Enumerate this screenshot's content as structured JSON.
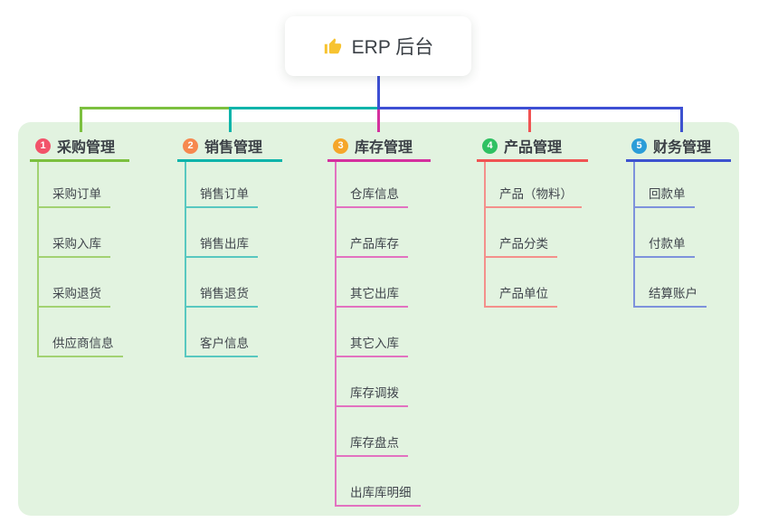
{
  "root": {
    "label": "ERP 后台",
    "icon": "thumbs-up-icon"
  },
  "colors": {
    "canvas_bg": "#ffffff",
    "panel_bg": "#e2f3e0",
    "card_bg": "#ffffff",
    "connector_blue": "#3d4fd4",
    "title_text": "#3b4046",
    "child_text": "#40454c",
    "icon_gold": "#f7c331"
  },
  "branches": [
    {
      "num": "1",
      "label": "采购管理",
      "badge_color": "#f2536a",
      "line_color": "#7cc03f",
      "line_light": "#a2d272",
      "children": [
        "采购订单",
        "采购入库",
        "采购退货",
        "供应商信息"
      ]
    },
    {
      "num": "2",
      "label": "销售管理",
      "badge_color": "#f6884f",
      "line_color": "#0db4aa",
      "line_light": "#58c8c0",
      "children": [
        "销售订单",
        "销售出库",
        "销售退货",
        "客户信息"
      ]
    },
    {
      "num": "3",
      "label": "库存管理",
      "badge_color": "#f5a62a",
      "line_color": "#d4309e",
      "line_light": "#e272c0",
      "children": [
        "仓库信息",
        "产品库存",
        "其它出库",
        "其它入库",
        "库存调拨",
        "库存盘点",
        "出库库明细"
      ]
    },
    {
      "num": "4",
      "label": "产品管理",
      "badge_color": "#2fc162",
      "line_color": "#f05353",
      "line_light": "#f4908b",
      "children": [
        "产品（物料）",
        "产品分类",
        "产品单位"
      ]
    },
    {
      "num": "5",
      "label": "财务管理",
      "badge_color": "#2b9dd8",
      "line_color": "#3d52cf",
      "line_light": "#7e92dc",
      "children": [
        "回款单",
        "付款单",
        "结算账户"
      ]
    }
  ]
}
